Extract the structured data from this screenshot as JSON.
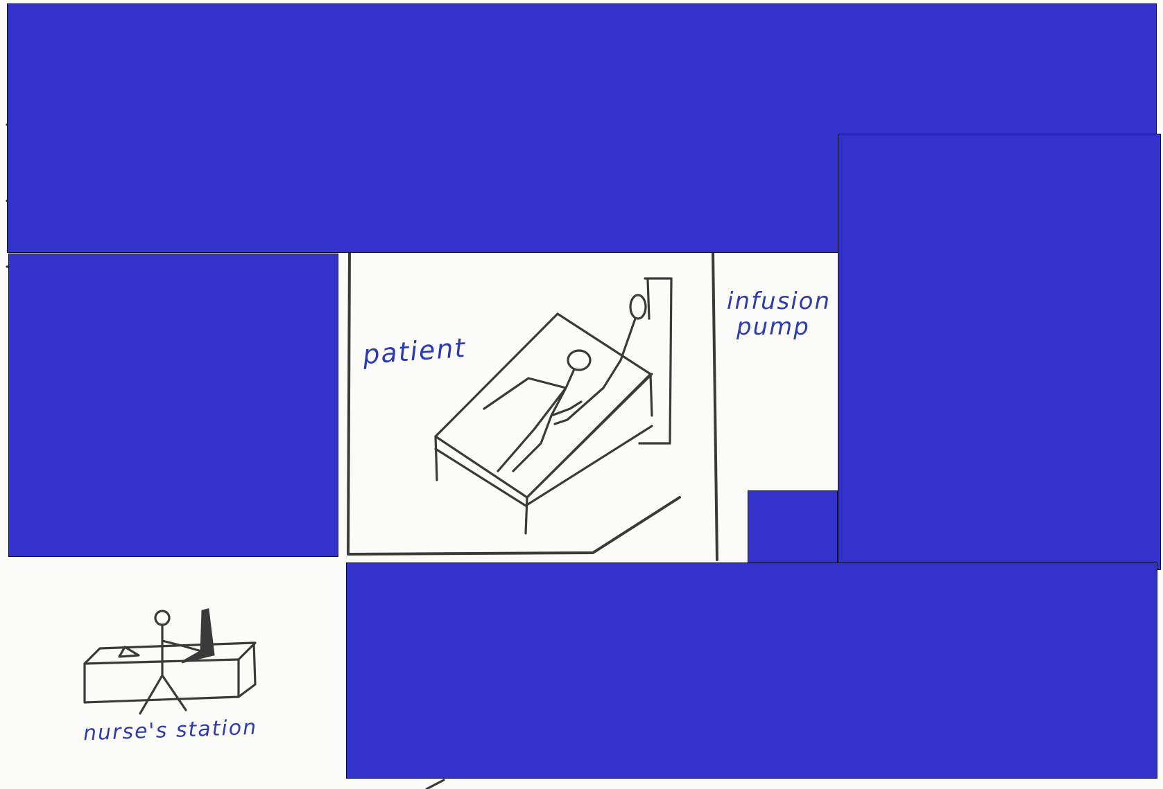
{
  "labels": {
    "patient": "patient",
    "infusion_pump_line1": "infusion",
    "infusion_pump_line2": "pump",
    "nurses_station": "nurse's station"
  },
  "colors": {
    "mask": "#3333cc",
    "ink": "#3a3a3a",
    "label": "#2d3bb0",
    "paper": "#fbfbf8"
  }
}
